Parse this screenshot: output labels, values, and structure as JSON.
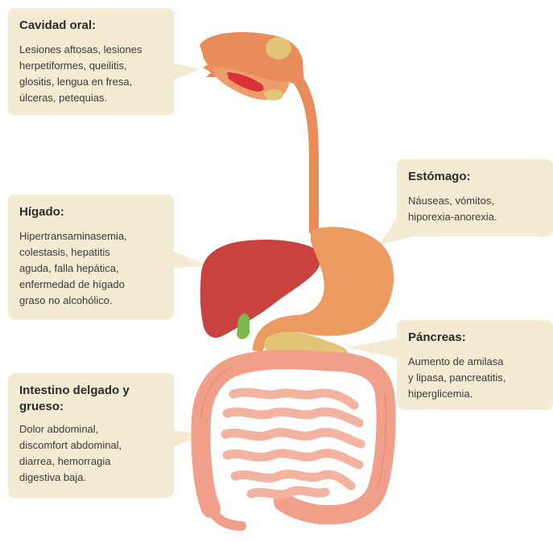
{
  "callouts": {
    "oral": {
      "title": "Cavidad oral:",
      "body": "Lesiones aftosas, lesiones\nherpetiformes, queilitis,\nglositis, lengua en fresa,\núlceras, petequias."
    },
    "liver": {
      "title": "Hígado:",
      "body": "Hipertransaminasemia,\ncolestasis, hepatitis\naguda, falla hepática,\nenfermedad de hígado\ngraso no alcohólico."
    },
    "intestine": {
      "title": "Intestino delgado y\ngrueso:",
      "body": "Dolor abdominal,\ndiscomfort abdominal,\ndiarrea, hemorragia\ndigestiva baja."
    },
    "stomach": {
      "title": "Estómago:",
      "body": "Náuseas, vómitos,\nhiporexia-anorexia."
    },
    "pancreas": {
      "title": "Páncreas:",
      "body": "Aumento de amilasa\ny lipasa, pancreatitis,\nhiperglicemia."
    }
  },
  "colors": {
    "callout_bg": "#f3ebd2",
    "esophagus": "#e88c5a",
    "stomach": "#eb9a62",
    "liver": "#c9423e",
    "gallbladder": "#7db84a",
    "pancreas": "#e3c577",
    "intestine": "#f0a08a",
    "tongue": "#d8333a"
  }
}
